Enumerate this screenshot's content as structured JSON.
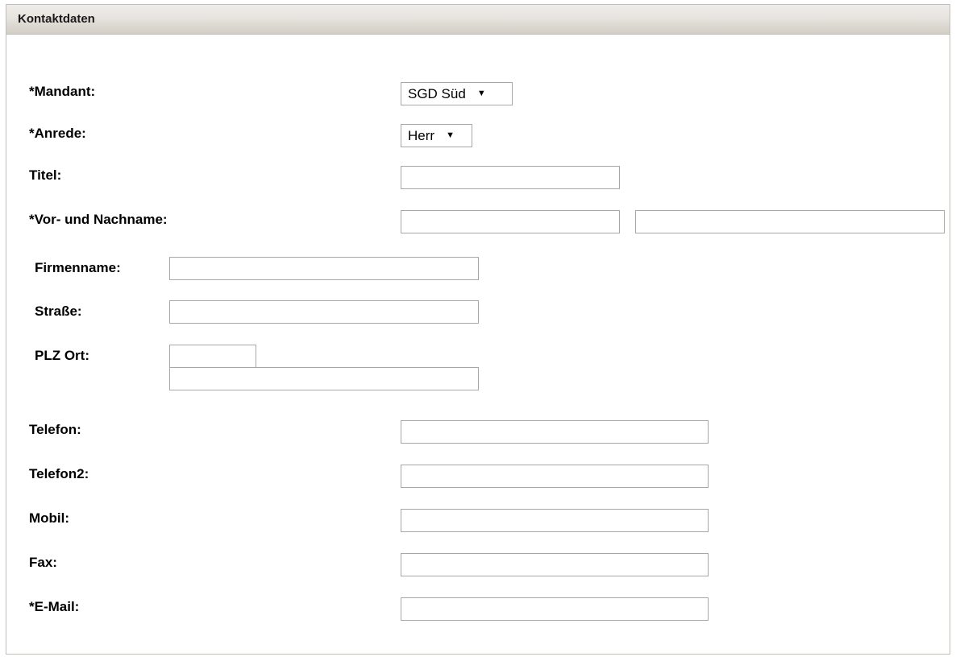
{
  "panel": {
    "title": "Kontaktdaten"
  },
  "form": {
    "fields": [
      {
        "label": "*Mandant:",
        "type": "select",
        "value": "SGD Süd",
        "arrow": "▼"
      },
      {
        "label": "*Anrede:",
        "type": "select",
        "value": "Herr",
        "arrow": "▼"
      },
      {
        "label": "Titel:",
        "type": "text",
        "value": "",
        "placeholder": ""
      },
      {
        "label": "*Vor- und Nachname:",
        "type": "text-pair",
        "value": "",
        "placeholder": "",
        "value2": "",
        "placeholder2": ""
      },
      {
        "label": "Firmenname:",
        "type": "text",
        "value": "",
        "placeholder": ""
      },
      {
        "label": "Straße:",
        "type": "text",
        "value": "",
        "placeholder": ""
      },
      {
        "label": "PLZ Ort:",
        "type": "text-stacked",
        "value": "",
        "placeholder": "",
        "value2": "",
        "placeholder2": ""
      },
      {
        "label": "Telefon:",
        "type": "text",
        "value": "",
        "placeholder": ""
      },
      {
        "label": "Telefon2:",
        "type": "text",
        "value": "",
        "placeholder": ""
      },
      {
        "label": "Mobil:",
        "type": "text",
        "value": "",
        "placeholder": ""
      },
      {
        "label": "Fax:",
        "type": "text",
        "value": "",
        "placeholder": ""
      },
      {
        "label": "*E-Mail:",
        "type": "text",
        "value": "",
        "placeholder": ""
      }
    ]
  },
  "colors": {
    "header_gradient_top": "#efedea",
    "header_gradient_bottom": "#d3cfc7",
    "panel_border": "#c2bfba",
    "input_border": "#a7a7a7",
    "label_text": "#000000",
    "background": "#ffffff"
  }
}
